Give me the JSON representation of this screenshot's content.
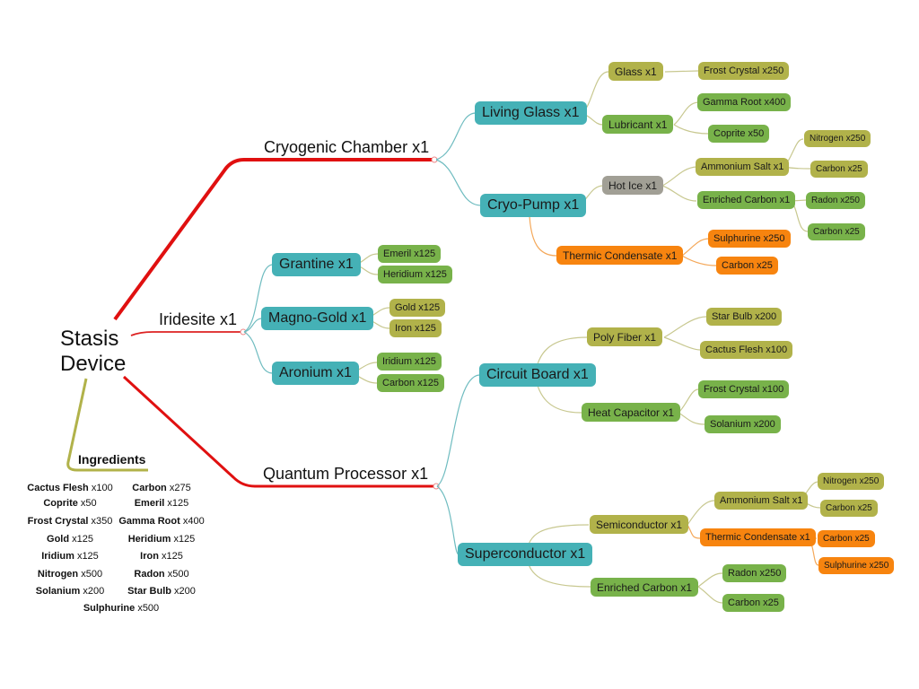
{
  "colors": {
    "teal": "#45b1b6",
    "olive": "#b1b24a",
    "green": "#78b24a",
    "orange": "#f7840f",
    "gray": "#a19f95",
    "red": "#e01010"
  },
  "root": {
    "line1": "Stasis",
    "line2": "Device"
  },
  "level1": {
    "cryogenic": "Cryogenic Chamber x1",
    "iridesite": "Iridesite x1",
    "quantum": "Quantum Processor x1"
  },
  "nodes": {
    "living_glass": "Living Glass x1",
    "glass": "Glass x1",
    "frost_crystal_250": "Frost Crystal x250",
    "lubricant": "Lubricant x1",
    "gamma_root_400": "Gamma Root x400",
    "coprite_50": "Coprite x50",
    "cryo_pump": "Cryo-Pump x1",
    "hot_ice": "Hot Ice x1",
    "ammonium_salt_a": "Ammonium Salt x1",
    "nitrogen_250_a": "Nitrogen x250",
    "carbon_25_a": "Carbon x25",
    "enriched_carbon_a": "Enriched Carbon x1",
    "radon_250_a": "Radon x250",
    "carbon_25_b": "Carbon x25",
    "thermic_condensate_a": "Thermic Condensate x1",
    "sulphurine_250_a": "Sulphurine x250",
    "carbon_25_c": "Carbon x25",
    "grantine": "Grantine x1",
    "emeril_125": "Emeril x125",
    "heridium_125": "Heridium x125",
    "magno_gold": "Magno-Gold x1",
    "gold_125": "Gold x125",
    "iron_125": "Iron x125",
    "aronium": "Aronium x1",
    "iridium_125": "Iridium x125",
    "carbon_125": "Carbon x125",
    "circuit_board": "Circuit Board x1",
    "poly_fiber": "Poly Fiber x1",
    "star_bulb_200": "Star Bulb x200",
    "cactus_flesh_100": "Cactus Flesh x100",
    "heat_capacitor": "Heat Capacitor x1",
    "frost_crystal_100": "Frost Crystal x100",
    "solanium_200": "Solanium x200",
    "superconductor": "Superconductor x1",
    "semiconductor": "Semiconductor x1",
    "ammonium_salt_b": "Ammonium Salt x1",
    "nitrogen_250_b": "Nitrogen x250",
    "carbon_25_d": "Carbon x25",
    "thermic_condensate_b": "Thermic Condensate x1",
    "carbon_25_e": "Carbon x25",
    "sulphurine_250_b": "Sulphurine x250",
    "enriched_carbon_b": "Enriched Carbon x1",
    "radon_250_b": "Radon x250",
    "carbon_25_f": "Carbon x25"
  },
  "ingredients": {
    "title": "Ingredients",
    "items": [
      {
        "name": "Cactus Flesh",
        "qty": "x100"
      },
      {
        "name": "Carbon",
        "qty": "x275"
      },
      {
        "name": "Coprite",
        "qty": "x50"
      },
      {
        "name": "Emeril",
        "qty": "x125"
      },
      {
        "name": "Frost Crystal",
        "qty": "x350"
      },
      {
        "name": "Gamma Root",
        "qty": "x400"
      },
      {
        "name": "Gold",
        "qty": "x125"
      },
      {
        "name": "Heridium",
        "qty": "x125"
      },
      {
        "name": "Iridium",
        "qty": "x125"
      },
      {
        "name": "Iron",
        "qty": "x125"
      },
      {
        "name": "Nitrogen",
        "qty": "x500"
      },
      {
        "name": "Radon",
        "qty": "x500"
      },
      {
        "name": "Solanium",
        "qty": "x200"
      },
      {
        "name": "Star Bulb",
        "qty": "x200"
      },
      {
        "name": "Sulphurine",
        "qty": "x500"
      }
    ]
  }
}
